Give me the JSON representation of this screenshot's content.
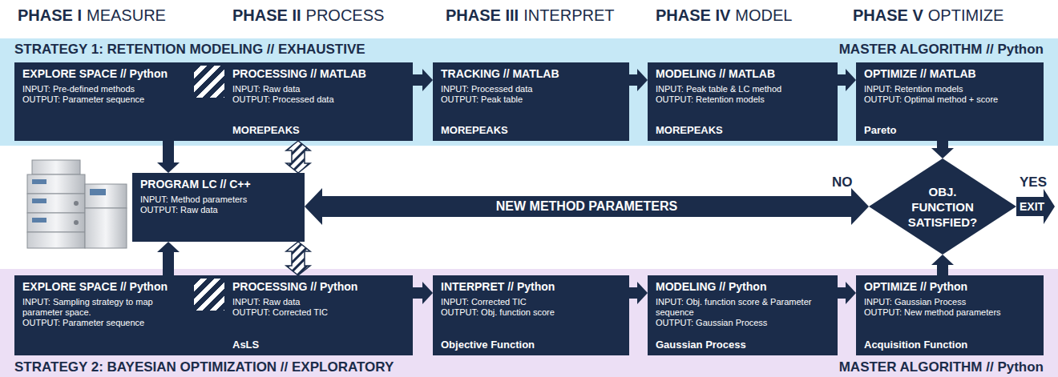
{
  "diagram": {
    "nodes": [
      {
        "text": [
          "STRATEGY 1: RETENTION MODELING // EXHAUSTIVE",
          "MASTER ALGORITHM // Python"
        ]
      },
      {
        "text": [
          "EXPLORE SPACE // Python",
          "INPUT: Pre-defined methods",
          "OUTPUT: Parameter sequence"
        ],
        "in": 0
      },
      {
        "text": [
          "PROCESSING // MATLAB",
          "INPUT: Raw data",
          "OUTPUT: Processed data",
          "MOREPEAKS"
        ],
        "in": 0
      },
      {
        "text": [
          "TRACKING // MATLAB",
          "INPUT: Processed data",
          "OUTPUT: Peak table",
          "MOREPEAKS"
        ],
        "in": 0
      },
      {
        "text": [
          "MODELING // MATLAB",
          "INPUT: Peak table & LC method",
          "OUTPUT: Retention models",
          "MOREPEAKS"
        ],
        "in": 0
      },
      {
        "text": [
          "OPTIMIZE // MATLAB",
          "INPUT: Retention models",
          "OUTPUT: Optimal method + score",
          "Pareto"
        ],
        "in": 0
      },
      {
        "text": [
          "PROGRAM LC // C++",
          "INPUT: Method parameters",
          "OUTPUT: Raw data"
        ]
      },
      {
        "text": [
          "OBJ. FUNCTION SATISFIED?"
        ]
      },
      {
        "text": [
          "STRATEGY 2: BAYESIAN OPTIMIZATION // EXPLORATORY",
          "MASTER ALGORITHM // Python"
        ]
      },
      {
        "text": [
          "EXPLORE SPACE // Python",
          "INPUT: Sampling strategy to map parameter space.",
          "OUTPUT: Parameter sequence"
        ],
        "in": 8
      },
      {
        "text": [
          "PROCESSING // Python",
          "INPUT: Raw data",
          "OUTPUT: Corrected TIC",
          "AsLS"
        ],
        "in": 8
      },
      {
        "text": [
          "INTERPRET // Python",
          "INPUT: Corrected TIC",
          "OUTPUT: Obj. function score",
          "Objective Function"
        ],
        "in": 8
      },
      {
        "text": [
          "MODELING // Python",
          "INPUT: Obj. function score & Parameter sequence",
          "OUTPUT: Gaussian Process",
          "Gaussian Process"
        ],
        "in": 8
      },
      {
        "text": [
          "OPTIMIZE // Python",
          "INPUT: Gaussian Process",
          "OUTPUT: New method parameters",
          "Acquisition Function"
        ],
        "in": 8
      }
    ],
    "edges": [
      {
        "from": 1,
        "to": 6,
        "arrow": "to"
      },
      {
        "from": 2,
        "to": 6,
        "arrow": "both"
      },
      {
        "from": 2,
        "to": 3,
        "arrow": "to"
      },
      {
        "from": 3,
        "to": 4,
        "arrow": "to"
      },
      {
        "from": 4,
        "to": 5,
        "arrow": "to"
      },
      {
        "from": 5,
        "to": 7,
        "arrow": "to"
      },
      {
        "from": 7,
        "to": 6,
        "label": "NEW METHOD PARAMETERS",
        "arrow": "both"
      },
      {
        "from": 9,
        "to": 6,
        "arrow": "to"
      },
      {
        "from": 10,
        "to": 6,
        "arrow": "both"
      },
      {
        "from": 10,
        "to": 11,
        "arrow": "to"
      },
      {
        "from": 11,
        "to": 12,
        "arrow": "to"
      },
      {
        "from": 12,
        "to": 13,
        "arrow": "to"
      },
      {
        "from": 13,
        "to": 7,
        "arrow": "to"
      }
    ],
    "labels": [
      "PHASE I",
      "MEASURE",
      "PHASE II",
      "PROCESS",
      "PHASE III",
      "INTERPRET",
      "PHASE IV",
      "MODEL",
      "PHASE V",
      "OPTIMIZE",
      "NO",
      "YES",
      "EXIT"
    ]
  }
}
